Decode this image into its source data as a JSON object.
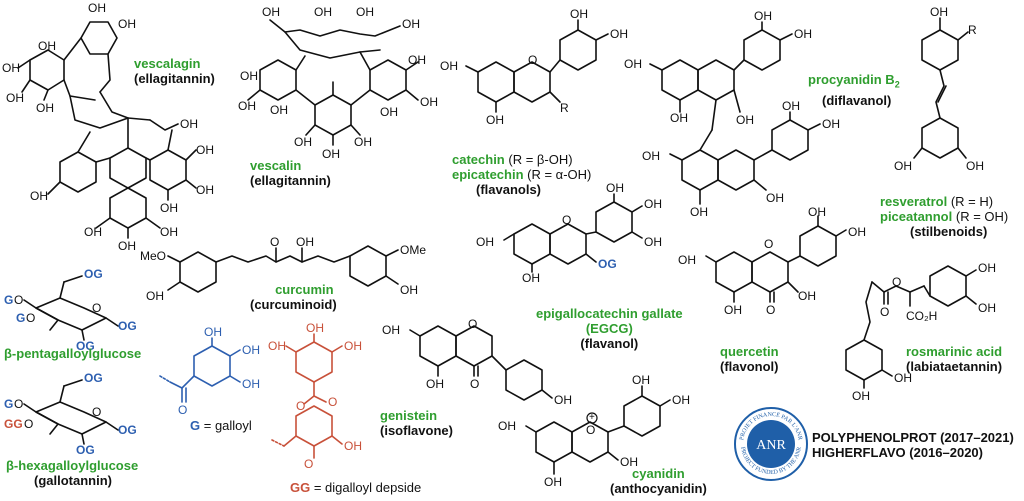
{
  "compounds": [
    {
      "name": "vescalagin",
      "class": "(ellagitannin)"
    },
    {
      "name": "vescalin",
      "class": "(ellagitannin)"
    },
    {
      "name": "catechin",
      "name_note": " (R = β-OH)",
      "name2": "epicatechin",
      "name2_note": " (R = α-OH)",
      "class": "(flavanols)"
    },
    {
      "name": "procyanidin B",
      "subscript": "2",
      "class": "(diflavanol)"
    },
    {
      "name": "resveratrol",
      "name_note": " (R = H)",
      "name2": "piceatannol",
      "name2_note": " (R = OH)",
      "class": "(stilbenoids)"
    },
    {
      "name": "curcumin",
      "class": "(curcuminoid)"
    },
    {
      "name": "epigallocatechin gallate",
      "name_line2": "(EGCG)",
      "class": "(flavanol)"
    },
    {
      "name": "quercetin",
      "class": "(flavonol)"
    },
    {
      "name": "rosmarinic acid",
      "class": "(labiataetannin)"
    },
    {
      "name": "β-pentagalloylglucose"
    },
    {
      "name": "β-hexagalloylglucose",
      "class": "(gallotannin)"
    },
    {
      "name": "genistein",
      "class": "(isoflavone)"
    },
    {
      "name": "cyanidin",
      "class": "(anthocyanidin)"
    }
  ],
  "legend": {
    "galloyl_symbol": "G",
    "galloyl_text": " = galloyl",
    "depside_symbol": "GG",
    "depside_text": " = digalloyl depside"
  },
  "projects": [
    "POLYPHENOLPROT (2017–2021)",
    "HIGHERFLAVO (2016–2020)"
  ],
  "logo": {
    "center": "ANR",
    "ring_top": "PROJET FINANCÉ PAR L'ANR",
    "ring_bottom": "PROJECT FUNDED BY THE ANR"
  },
  "atoms": {
    "OH": "OH",
    "O": "O",
    "R": "R",
    "OG": "OG",
    "G": "G",
    "GG": "GG",
    "OMe": "OMe",
    "MeO": "MeO",
    "CO2H": "CO₂H",
    "plus": "+"
  },
  "colors": {
    "name": "#2f9e2f",
    "galloyl": "#2d5fb0",
    "depside": "#c8513a",
    "logo": "#1f5fa8"
  }
}
